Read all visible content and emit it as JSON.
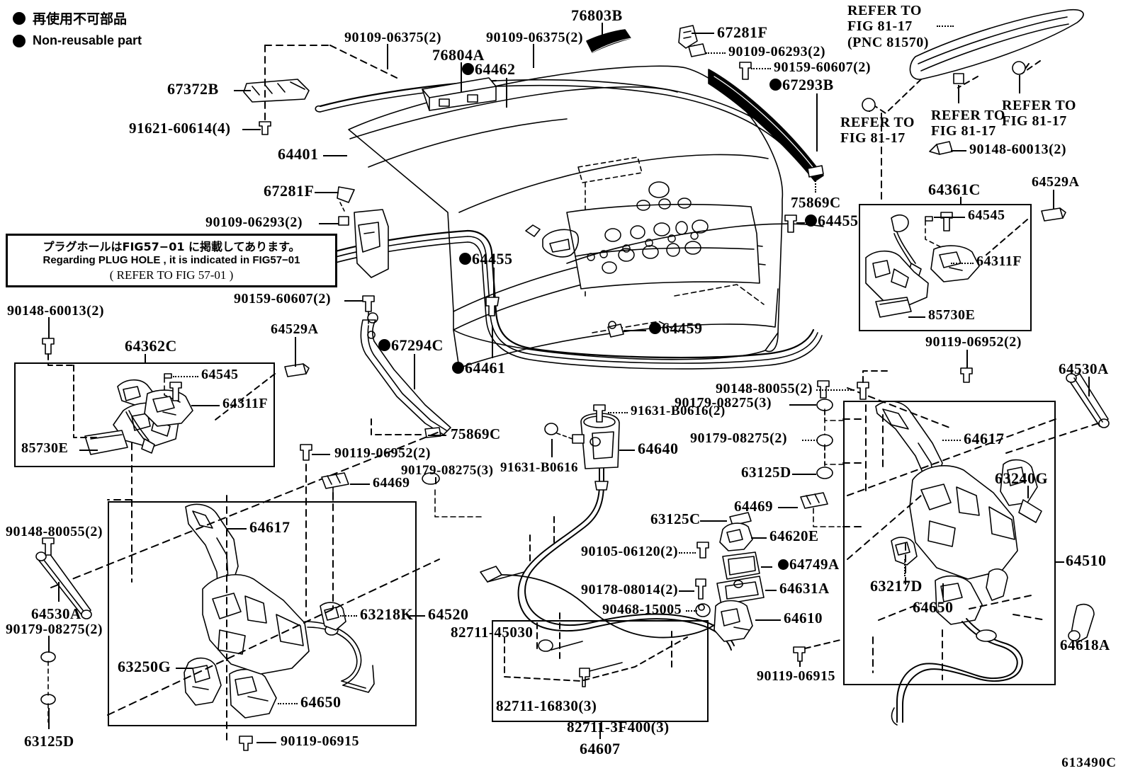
{
  "figure": {
    "code": "613490C",
    "legend": {
      "japanese": "再使用不可部品",
      "english": "Non-reusable part"
    },
    "note_box": {
      "line_jp": "プラグホールはFIG57−01 に掲載してあります。",
      "line_en": "Regarding  PLUG HOLE , it is  indicated  in  FIG57−01",
      "line_ref": "( REFER TO FIG 57-01 )"
    }
  },
  "labels": {
    "l_67372B": "67372B",
    "l_91621": "91621-60614(4)",
    "l_90109_a": "90109-06375(2)",
    "l_76804A": "76804A",
    "l_64462": "64462",
    "l_90109_b": "90109-06375(2)",
    "l_76803B": "76803B",
    "l_67281F_top": "67281F",
    "l_90109_06293_top": "90109-06293(2)",
    "l_90159_top": "90159-60607(2)",
    "l_67293B": "67293B",
    "l_refer_a1": "REFER TO",
    "l_refer_a2": "FIG 81-17",
    "l_refer_a3": "(PNC 81570)",
    "l_refer_b1": "REFER TO",
    "l_refer_b2": "FIG 81-17",
    "l_refer_c1": "REFER TO",
    "l_refer_c2": "FIG 81-17",
    "l_refer_d1": "REFER TO",
    "l_refer_d2": "FIG 81-17",
    "l_90148_60013_top": "90148-60013(2)",
    "l_64401": "64401",
    "l_67281F_left": "67281F",
    "l_90109_06293_left": "90109-06293(2)",
    "l_90159_left": "90159-60607(2)",
    "l_90148_60013_left": "90148-60013(2)",
    "l_64362C": "64362C",
    "l_64529A_left": "64529A",
    "l_64545_left": "64545",
    "l_64311F_left": "64311F",
    "l_85730E_left": "85730E",
    "l_67294C": "67294C",
    "l_64461": "64461",
    "l_64455_a": "64455",
    "l_64459": "64459",
    "l_75869C_right": "75869C",
    "l_64455_b": "64455",
    "l_64361C": "64361C",
    "l_64545_right": "64545",
    "l_64311F_right": "64311F",
    "l_85730E_right": "85730E",
    "l_64529A_right": "64529A",
    "l_90119_06952_right": "90119-06952(2)",
    "l_90119_06952_left": "90119-06952(2)",
    "l_75869C_mid": "75869C",
    "l_64469_left": "64469",
    "l_90179_08275_3_left": "90179-08275(3)",
    "l_91631_B0616_2": "91631-B0616(2)",
    "l_91631_B0616": "91631-B0616",
    "l_64640": "64640",
    "l_64617_left": "64617",
    "l_64617_right": "64617",
    "l_63218K": "63218K",
    "l_64520": "64520",
    "l_63250G": "63250G",
    "l_64650_left": "64650",
    "l_90119_06915_left": "90119-06915",
    "l_90148_80055_left": "90148-80055(2)",
    "l_64530A_left": "64530A",
    "l_90179_08275_2_left": "90179-08275(2)",
    "l_63125D_left": "63125D",
    "l_90148_80055_right": "90148-80055(2)",
    "l_90179_08275_3_right": "90179-08275(3)",
    "l_90179_08275_2_right": "90179-08275(2)",
    "l_63125D_right": "63125D",
    "l_64469_right": "64469",
    "l_63125C": "63125C",
    "l_64620E": "64620E",
    "l_90105_06120": "90105-06120(2)",
    "l_64749A": "64749A",
    "l_90178_08014": "90178-08014(2)",
    "l_64631A": "64631A",
    "l_90468_15005": "90468-15005",
    "l_64610": "64610",
    "l_63217D": "63217D",
    "l_64650_right": "64650",
    "l_63240G": "63240G",
    "l_64510": "64510",
    "l_64530A_right": "64530A",
    "l_64618A": "64618A",
    "l_90119_06915_right": "90119-06915",
    "l_82711_45030": "82711-45030",
    "l_82711_16830": "82711-16830(3)",
    "l_82711_3F400": "82711-3F400(3)",
    "l_64607": "64607"
  },
  "colors": {
    "ink": "#000000",
    "paper": "#ffffff"
  }
}
